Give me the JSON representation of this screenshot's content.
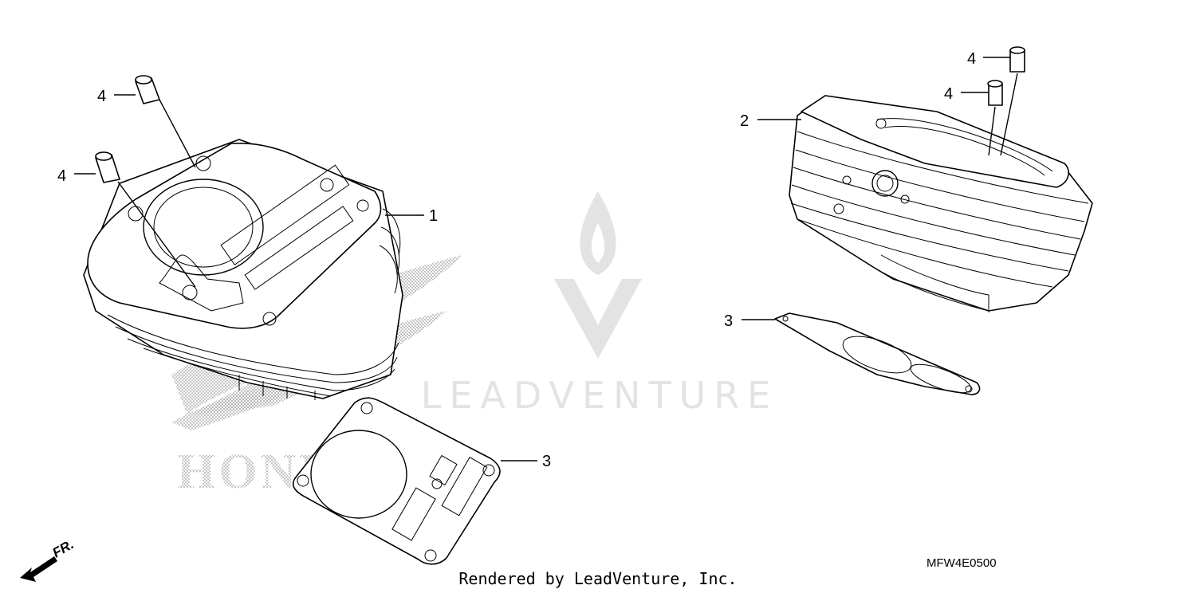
{
  "callouts": {
    "left_dowel_top": "4",
    "left_dowel_bottom": "4",
    "left_cylinder": "1",
    "left_gasket": "3",
    "right_dowel_top": "4",
    "right_dowel_bottom": "4",
    "right_cylinder": "2",
    "right_gasket": "3"
  },
  "front_marker": "FR.",
  "diagram_code": "MFW4E0500",
  "footer_text": "Rendered by LeadVenture, Inc.",
  "watermark": {
    "wordmark": "LEADVENTURE",
    "brand_logo_text": "HONDA"
  },
  "colors": {
    "line": "#000000",
    "watermark": "#e0e0e0",
    "logo_dots": "#9a9a9a"
  }
}
